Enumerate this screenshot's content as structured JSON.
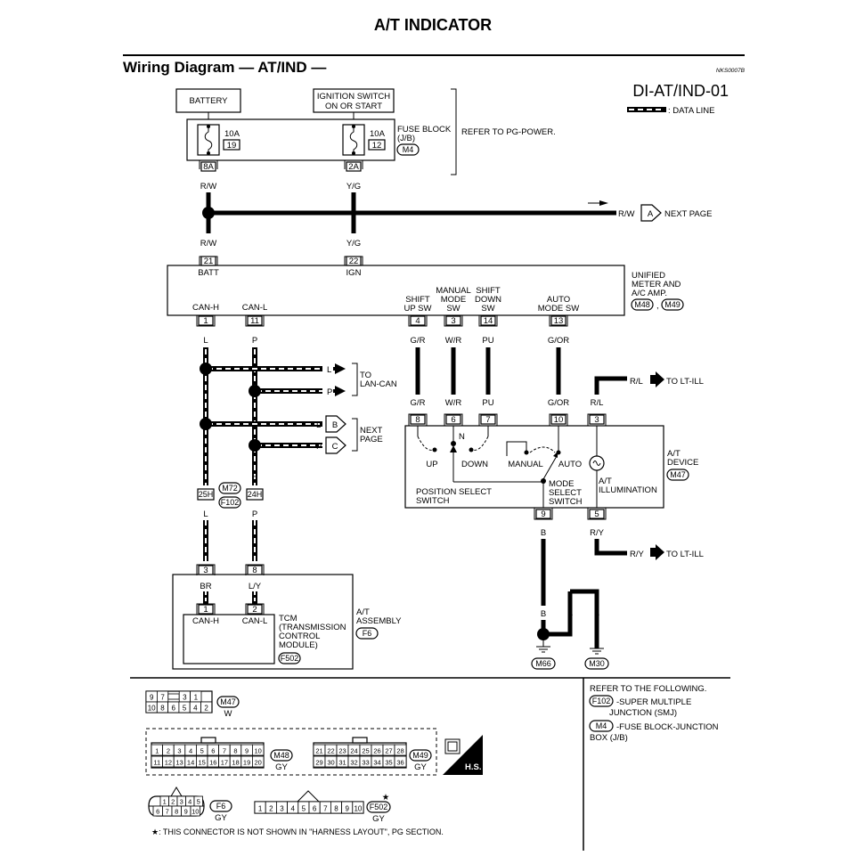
{
  "header": {
    "title": "A/T INDICATOR",
    "subtitle": "Wiring Diagram — AT/IND —",
    "ref_code": "NKS0007B",
    "diagram_code": "DI-AT/IND-01",
    "legend_data_line": ": DATA LINE"
  },
  "power": {
    "battery": "BATTERY",
    "ignition_1": "IGNITION SWITCH",
    "ignition_2": "ON OR START",
    "fuse_left_amp": "10A",
    "fuse_left_num": "19",
    "fuse_right_amp": "10A",
    "fuse_right_num": "12",
    "fuse_block_1": "FUSE BLOCK",
    "fuse_block_2": "(J/B)",
    "fuse_block_conn": "M4",
    "refer_pg": "REFER TO PG-POWER.",
    "term_8a": "8A",
    "term_2a": "2A",
    "wire_rw": "R/W",
    "wire_yg": "Y/G",
    "next_page_wire": "R/W",
    "next_page_tag": "A",
    "next_page": "NEXT PAGE"
  },
  "meter": {
    "name_1": "UNIFIED",
    "name_2": "METER AND",
    "name_3": "A/C AMP.",
    "conn_1": "M48",
    "conn_2": "M49",
    "pin_batt": "21",
    "lbl_batt": "BATT",
    "pin_ign": "22",
    "lbl_ign": "IGN",
    "can_h": "CAN-H",
    "can_l": "CAN-L",
    "pin_can_h": "1",
    "pin_can_l": "11",
    "shift_up_1": "SHIFT",
    "shift_up_2": "UP SW",
    "manual_1": "MANUAL",
    "manual_2": "MODE",
    "manual_3": "SW",
    "shift_down_1": "SHIFT",
    "shift_down_2": "DOWN",
    "shift_down_3": "SW",
    "auto_1": "AUTO",
    "auto_2": "MODE SW",
    "pin_up": "4",
    "pin_manual": "3",
    "pin_down": "14",
    "pin_auto": "13"
  },
  "wires": {
    "l": "L",
    "p": "P",
    "gr": "G/R",
    "wr": "W/R",
    "pu": "PU",
    "gor": "G/OR",
    "rl": "R/L",
    "ry": "R/Y",
    "b": "B",
    "br": "BR",
    "ly": "L/Y",
    "dash_sep": ","
  },
  "lan": {
    "to_1": "TO",
    "to_2": "LAN-CAN",
    "next_1": "NEXT",
    "next_2": "PAGE",
    "tag_b": "B",
    "tag_c": "C"
  },
  "smj": {
    "pin_25h": "25H",
    "pin_24h": "24H",
    "conn_m72": "M72",
    "conn_f102": "F102"
  },
  "device": {
    "pin_8": "8",
    "pin_6": "6",
    "pin_7": "7",
    "pin_10": "10",
    "pin_3": "3",
    "pin_9": "9",
    "pin_5": "5",
    "n": "N",
    "up": "UP",
    "down": "DOWN",
    "manual": "MANUAL",
    "auto": "AUTO",
    "pos_1": "POSITION SELECT",
    "pos_2": "SWITCH",
    "mode_1": "MODE",
    "mode_2": "SELECT",
    "mode_3": "SWITCH",
    "illum_1": "A/T",
    "illum_2": "ILLUMINATION",
    "name_1": "A/T",
    "name_2": "DEVICE",
    "conn": "M47",
    "to_lt_ill": "TO LT-ILL"
  },
  "tcm": {
    "pin_3": "3",
    "pin_8": "8",
    "pin_1": "1",
    "pin_2": "2",
    "can_h": "CAN-H",
    "can_l": "CAN-L",
    "name_1": "TCM",
    "name_2": "(TRANSMISSION",
    "name_3": "CONTROL",
    "name_4": "MODULE)",
    "conn_f502": "F502",
    "assy_1": "A/T",
    "assy_2": "ASSEMBLY",
    "assy_conn": "F6"
  },
  "grounds": {
    "m66": "M66",
    "m30": "M30"
  },
  "connectors": {
    "m47_top": [
      "9",
      "7",
      "",
      "3",
      "1"
    ],
    "m47_bottom": [
      "10",
      "8",
      "6",
      "5",
      "4",
      "2"
    ],
    "m47_name": "M47",
    "m47_color": "W",
    "m48_top": [
      "1",
      "2",
      "3",
      "4",
      "5",
      "6",
      "7",
      "8",
      "9",
      "10"
    ],
    "m48_bottom": [
      "11",
      "12",
      "13",
      "14",
      "15",
      "16",
      "17",
      "18",
      "19",
      "20"
    ],
    "m48_name": "M48",
    "m48_color": "GY",
    "m49_top": [
      "21",
      "22",
      "23",
      "24",
      "25",
      "26",
      "27",
      "28"
    ],
    "m49_bottom": [
      "29",
      "30",
      "31",
      "32",
      "33",
      "34",
      "35",
      "36"
    ],
    "m49_name": "M49",
    "m49_color": "GY",
    "hs": "H.S.",
    "f6_top": [
      "1",
      "2",
      "3",
      "4",
      "5"
    ],
    "f6_bottom": [
      "6",
      "7",
      "8",
      "9",
      "10"
    ],
    "f6_name": "F6",
    "f6_color": "GY",
    "f502_pins": [
      "1",
      "2",
      "3",
      "4",
      "5",
      "6",
      "7",
      "8",
      "9",
      "10"
    ],
    "f502_name": "F502",
    "f502_color": "GY",
    "star": "★",
    "footnote": "★: THIS CONNECTOR IS NOT SHOWN IN \"HARNESS LAYOUT\", PG SECTION."
  },
  "refer": {
    "title": "REFER TO THE FOLLOWING.",
    "f102": "F102",
    "f102_desc_1": "-SUPER MULTIPLE",
    "f102_desc_2": "JUNCTION (SMJ)",
    "m4": "M4",
    "m4_desc_1": "-FUSE BLOCK-JUNCTION",
    "m4_desc_2": "BOX (J/B)"
  }
}
